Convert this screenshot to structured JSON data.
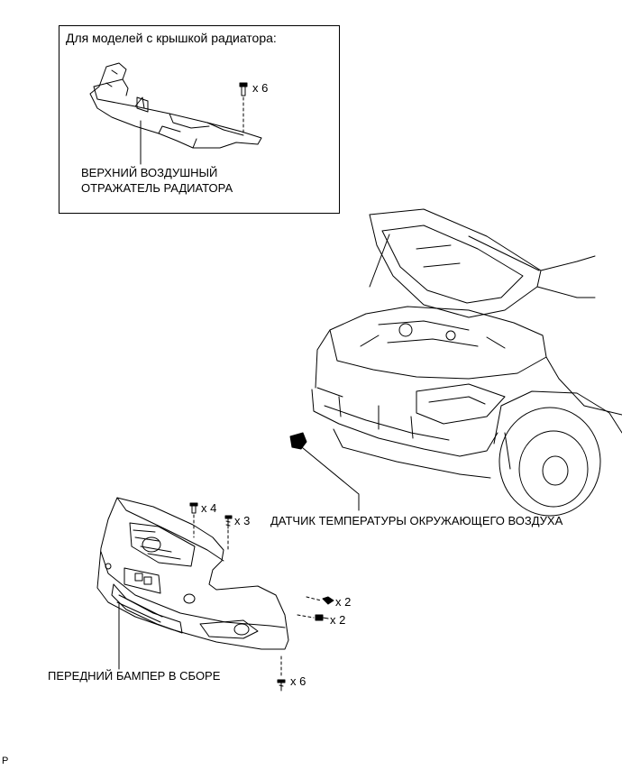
{
  "inset": {
    "title": "Для моделей с крышкой радиатора:",
    "part_label_line1": "ВЕРХНИЙ ВОЗДУШНЫЙ",
    "part_label_line2": "ОТРАЖАТЕЛЬ РАДИАТОРА",
    "clip_count": "x 6"
  },
  "main": {
    "sensor_label": "ДАТЧИК ТЕМПЕРАТУРЫ ОКРУЖАЮЩЕГО ВОЗДУХА",
    "bumper_label": "ПЕРЕДНИЙ БАМПЕР В СБОРЕ",
    "qty_top_clips": "x 4",
    "qty_top_screws": "x 3",
    "qty_side_clips": "x 2",
    "qty_side_screws": "x 2",
    "qty_bottom_screws": "x 6"
  },
  "footer": {
    "code": "P"
  }
}
